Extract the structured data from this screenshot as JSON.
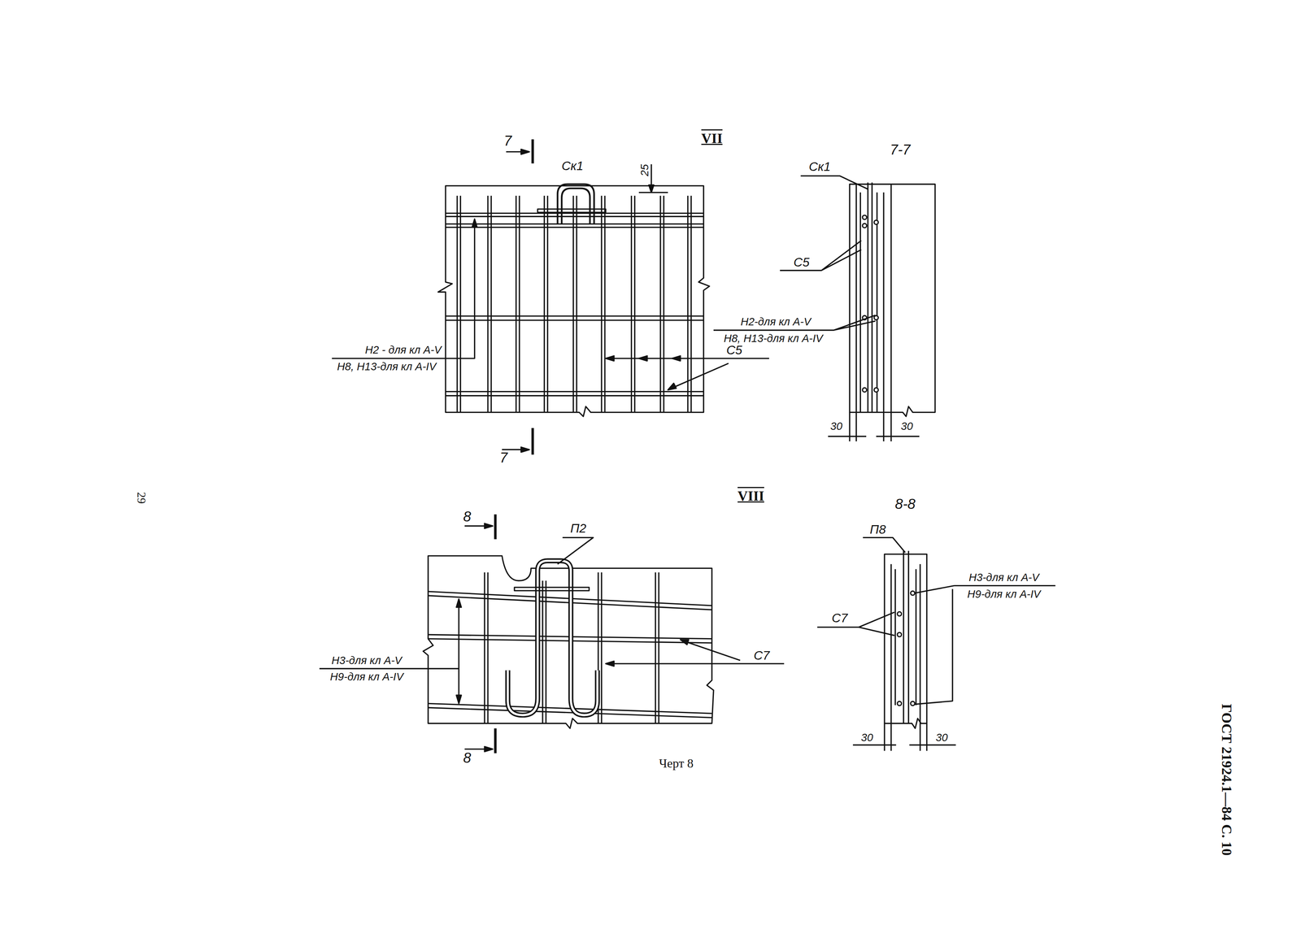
{
  "diagram": {
    "caption": "Черт 8",
    "labels": [
      "7",
      "Ск1",
      "VII",
      "25",
      "Н2 - для кл А-V",
      "Н8, Н13-для кл А-IV",
      "С5",
      "7",
      "7-7",
      "Ск1",
      "С5",
      "Н2-для кл А-V",
      "Н8, Н13-для кл А-IV",
      "30",
      "30",
      "8",
      "П2",
      "VIII",
      "Н3-для кл А-V",
      "Н9-для кл А-IV",
      "С7",
      "8",
      "8-8",
      "П8",
      "С7",
      "Н3-для кл А-V",
      "Н9-для кл А-IV",
      "30",
      "30",
      "29",
      "ГОСТ 21924.1—84 С. 10"
    ]
  }
}
